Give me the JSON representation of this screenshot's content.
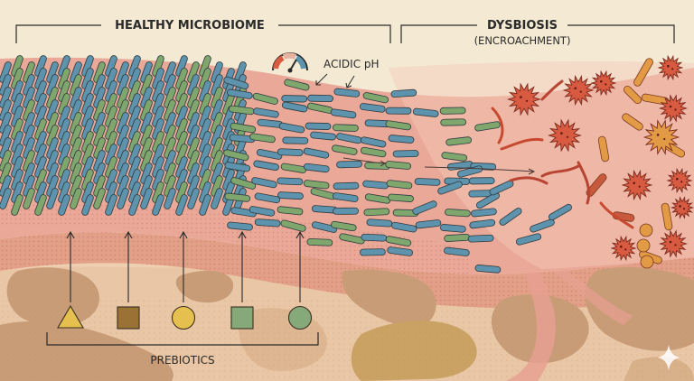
{
  "labels": {
    "healthy": "HEALTHY MICROBIOME",
    "dysbiosis": "DYSBIOSIS",
    "encroachment": "(ENCROACHMENT)",
    "acidic": "ACIDIC pH",
    "prebiotics": "PREBIOTICS"
  },
  "prebiotic_shapes": [
    {
      "shape": "triangle",
      "color": "#e6c04e"
    },
    {
      "shape": "square",
      "color": "#9a7236"
    },
    {
      "shape": "circle",
      "color": "#e6c04e"
    },
    {
      "shape": "square",
      "color": "#86a97a"
    },
    {
      "shape": "circle",
      "color": "#86a97a"
    }
  ],
  "colors": {
    "background": "#f4ead3",
    "mucus_band": "#e7a092",
    "rod_blue": "#5d93ad",
    "rod_green": "#7ea66d",
    "pathogen_red": "#d85a40",
    "pathogen_orange": "#e39a45",
    "tissue_tan": "#c99c78",
    "ink": "#2a2a2a"
  }
}
